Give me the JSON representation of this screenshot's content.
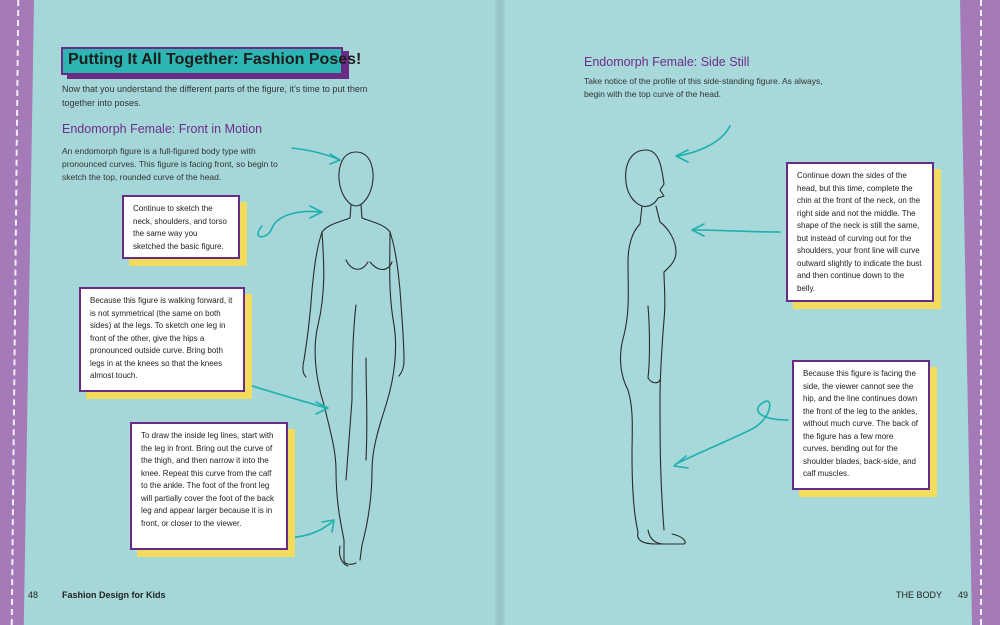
{
  "left_page": {
    "title": "Putting It All Together: Fashion Poses!",
    "intro": "Now that you understand the different parts of the figure, it’s time to put them together into poses.",
    "subheading": "Endomorph Female: Front in Motion",
    "paragraph": "An endomorph figure is a full-figured body type with pronounced curves. This figure is facing front, so begin to sketch the top, rounded curve of the head.",
    "notes": [
      "Continue to sketch the neck, shoulders, and torso the same way you sketched the basic figure.",
      "Because this figure is walking forward, it is not symmetrical (the same on both sides) at the legs. To sketch one leg in front of the other, give the hips a pronounced outside curve. Bring both legs in at the knees so that the knees almost touch.",
      "To draw the inside leg lines, start with the leg in front. Bring out the curve of the thigh, and then narrow it into the knee. Repeat this curve from the calf to the ankle. The foot of the front leg will partially cover the foot of the back leg and appear larger because it is in front, or closer to the viewer."
    ],
    "page_number": "48",
    "book_title": "Fashion Design for Kids"
  },
  "right_page": {
    "subheading": "Endomorph Female: Side Still",
    "paragraph": "Take notice of the profile of this side-standing figure. As always, begin with the top curve of the head.",
    "notes": [
      "Continue down the sides of the head, but this time, complete the chin at the front of the neck, on the right side and not the middle. The shape of the neck is still the same, but instead of curving out for the shoulders, your front line will curve outward slightly to indicate the bust and then continue down to the belly.",
      "Because this figure is facing the side, the viewer cannot see the hip, and the line continues down the front of the leg to the ankles, without much curve. The back of the figure has a few more curves, bending out for the shoulder blades, back-side, and calf muscles."
    ],
    "section_label": "THE BODY",
    "page_number": "49"
  },
  "colors": {
    "background": "#a5d7d9",
    "edge_purple": "#a57ab8",
    "title_teal": "#2cb5b2",
    "border_purple": "#6a2b86",
    "heading_purple": "#6e2d8a",
    "shadow_yellow": "#f2dc5d",
    "arrow_teal": "#1fb0ad"
  }
}
